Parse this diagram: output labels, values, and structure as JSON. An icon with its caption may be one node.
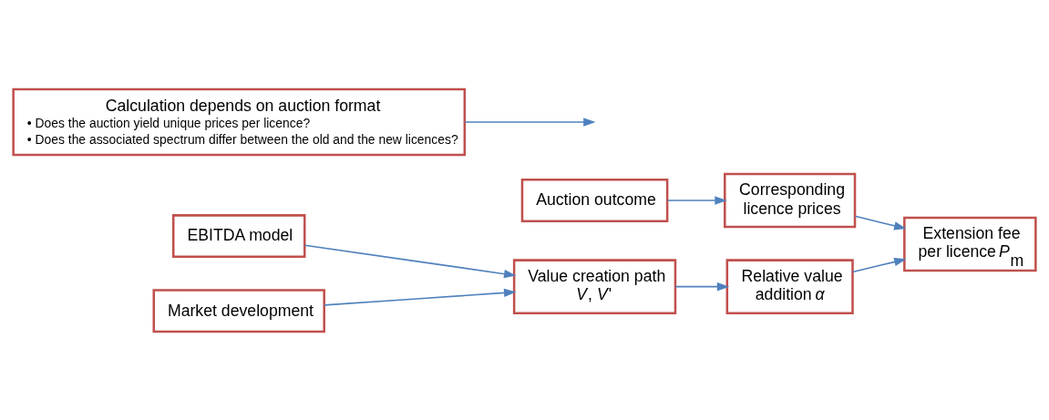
{
  "diagram": {
    "nodes": [
      {
        "text": [
          "Auction outcome"
        ]
      },
      {
        "text": [
          "Corresponding licence prices"
        ]
      },
      {
        "text": [
          "Calculation depends on auction format",
          "• Does the auction yield unique prices per licence?",
          "• Does the associated spectrum differ between the old and the new licences?"
        ]
      },
      {
        "text": [
          "Extension fee per licence *P*$_{m}$"
        ]
      },
      {
        "text": [
          "EBITDA model"
        ]
      },
      {
        "text": [
          "Market development"
        ]
      },
      {
        "text": [
          "Value creation path *V*, *V*'"
        ]
      },
      {
        "text": [
          "Relative value addition *α*"
        ]
      }
    ],
    "edges": [
      {
        "from": 0,
        "to": 1,
        "arrow": "to"
      },
      {
        "from": 2,
        "to": null,
        "arrow": "to"
      },
      {
        "from": 1,
        "to": 3,
        "arrow": "to"
      },
      {
        "from": 7,
        "to": 3,
        "arrow": "to"
      },
      {
        "from": 4,
        "to": 6,
        "arrow": "to"
      },
      {
        "from": 5,
        "to": 6,
        "arrow": "to"
      },
      {
        "from": 6,
        "to": 7,
        "arrow": "to"
      }
    ]
  }
}
